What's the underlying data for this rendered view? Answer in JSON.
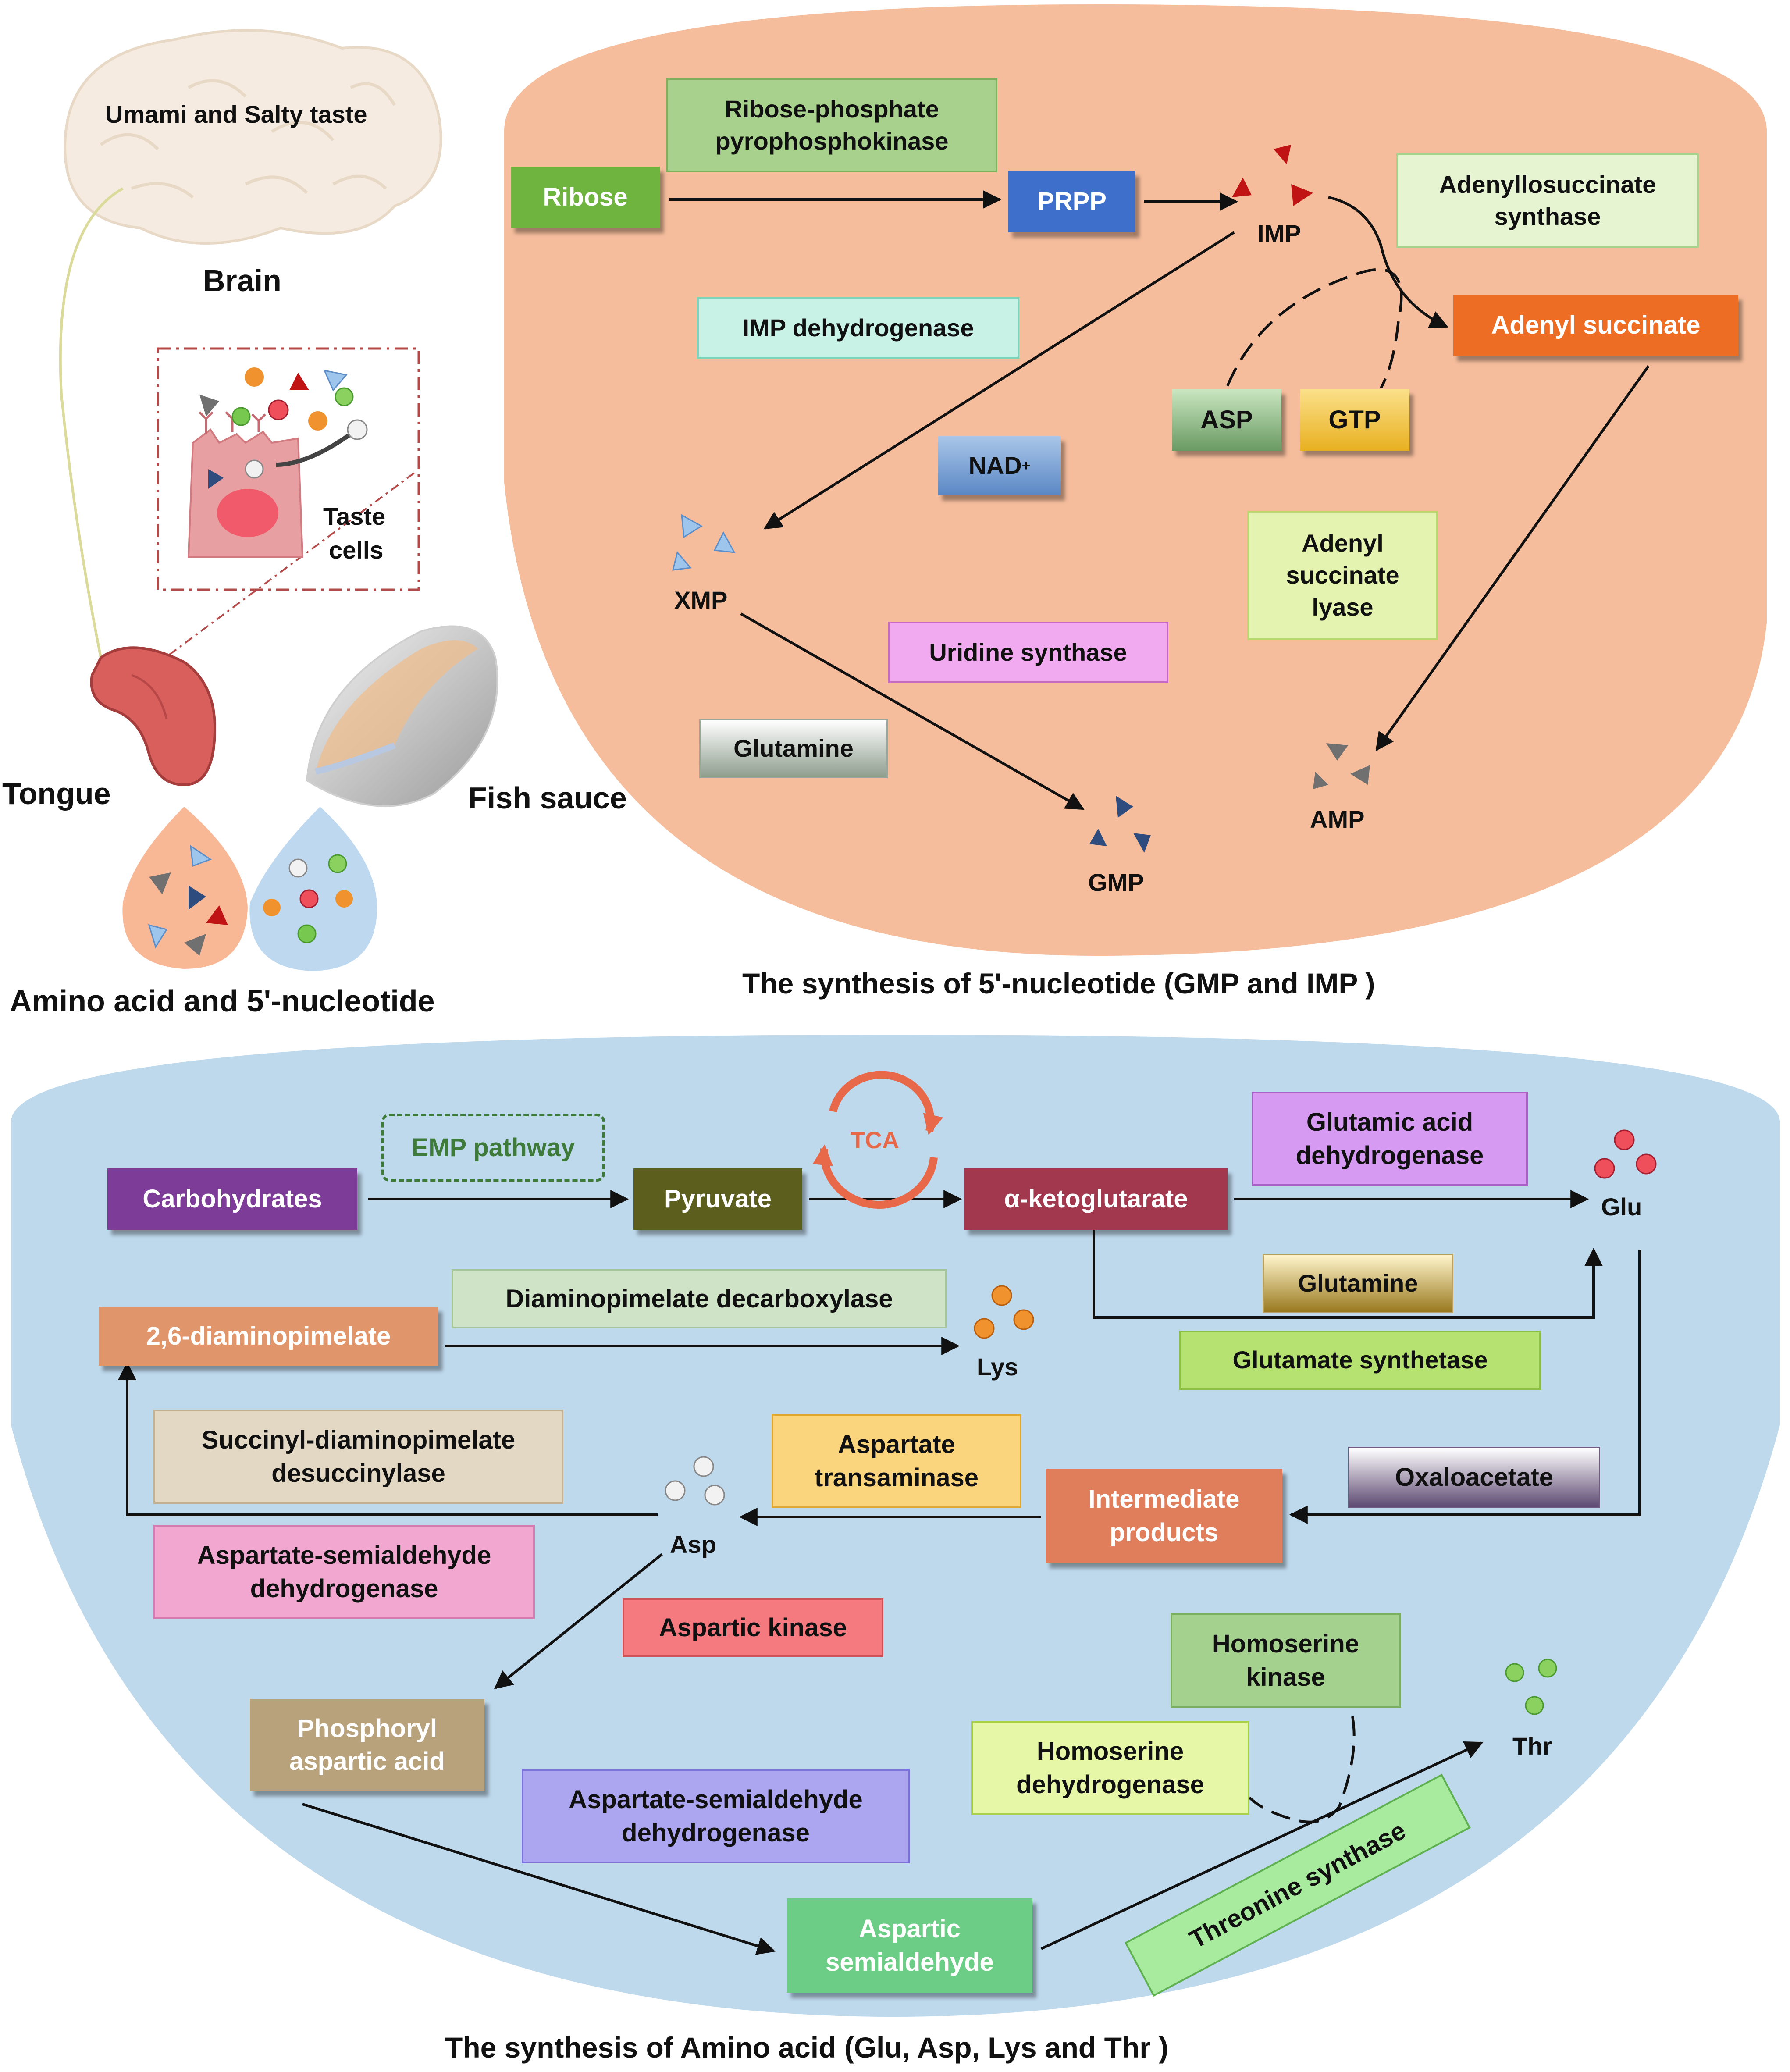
{
  "left_panel": {
    "brain_text": "Umami and Salty taste",
    "brain_label": "Brain",
    "taste_cells_line1": "Taste",
    "taste_cells_line2": "cells",
    "tongue_label": "Tongue",
    "fish_sauce_label": "Fish sauce",
    "drops_label": "Amino acid and 5'-nucleotide"
  },
  "nucleotide_panel": {
    "title": "The synthesis of 5'-nucleotide (GMP and IMP )",
    "ribose": "Ribose",
    "ribose_enzyme": "Ribose-phosphate pyrophosphokinase",
    "prpp": "PRPP",
    "imp": "IMP",
    "adenylosuccinate_synthase": "Adenyllosuccinate synthase",
    "adenyl_succinate": "Adenyl succinate",
    "imp_dehydrogenase": "IMP dehydrogenase",
    "asp": "ASP",
    "gtp": "GTP",
    "nad": "NAD",
    "nad_sup": "+",
    "xmp": "XMP",
    "adenyl_succinate_lyase": "Adenyl succinate lyase",
    "uridine_synthase": "Uridine synthase",
    "glutamine": "Glutamine",
    "gmp": "GMP",
    "amp": "AMP"
  },
  "amino_panel": {
    "title": "The synthesis of Amino acid (Glu, Asp, Lys and Thr )",
    "emp_pathway": "EMP pathway",
    "carbohydrates": "Carbohydrates",
    "pyruvate": "Pyruvate",
    "tca": "TCA",
    "akg": "α-ketoglutarate",
    "glutamic_dehydrogenase": "Glutamic acid dehydrogenase",
    "glu": "Glu",
    "glutamine": "Glutamine",
    "glutamate_synthetase": "Glutamate synthetase",
    "diaminopimelate_decarboxylase": "Diaminopimelate decarboxylase",
    "diaminopimelate": "2,6-diaminopimelate",
    "lys": "Lys",
    "succinyl_desuccinylase": "Succinyl-diaminopimelate desuccinylase",
    "aspartate_transaminase": "Aspartate transaminase",
    "oxaloacetate": "Oxaloacetate",
    "intermediate_products": "Intermediate products",
    "asp": "Asp",
    "asa_dehydrogenase_1": "Aspartate-semialdehyde dehydrogenase",
    "aspartic_kinase": "Aspartic kinase",
    "homoserine_kinase": "Homoserine kinase",
    "thr": "Thr",
    "homoserine_dehydrogenase": "Homoserine dehydrogenase",
    "phosphoryl_aspartic": "Phosphoryl aspartic acid",
    "asa_dehydrogenase_2": "Aspartate-semialdehyde dehydrogenase",
    "threonine_synthase": "Threonine synthase",
    "aspartic_semialdehyde": "Aspartic semialdehyde"
  },
  "colors": {
    "nucleotide_bg": "#f5bd9c",
    "amino_bg": "#bed8ec",
    "ribose": "#6fb43f",
    "prpp": "#3e6fcb",
    "adenyl_succinate": "#ee6d25",
    "carbohydrates": "#7d3c98",
    "pyruvate": "#5b5e1c",
    "akg": "#a2384d",
    "tca": "#e8694a"
  }
}
